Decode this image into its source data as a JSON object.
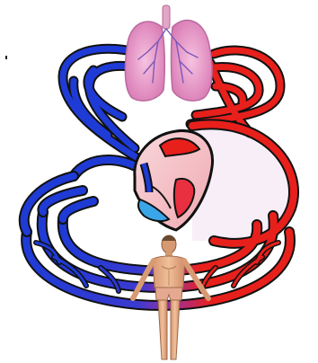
{
  "diagram": {
    "type": "circulatory-system",
    "labels": [],
    "colors": {
      "deoxygenated": "#1f3bd6",
      "oxygenated": "#e8201c",
      "vessel_outline": "#111111",
      "lung": "#e89ac8",
      "heart_fill": "#f4c6c8",
      "right_atrium": "#3aa6e8",
      "left_chamber": "#e83040",
      "body_skin": "#e8b08a",
      "loop_fill": "#f8eef6"
    },
    "parts": [
      "lungs",
      "heart",
      "pulmonary-circulation",
      "systemic-circulation",
      "human-body"
    ]
  }
}
